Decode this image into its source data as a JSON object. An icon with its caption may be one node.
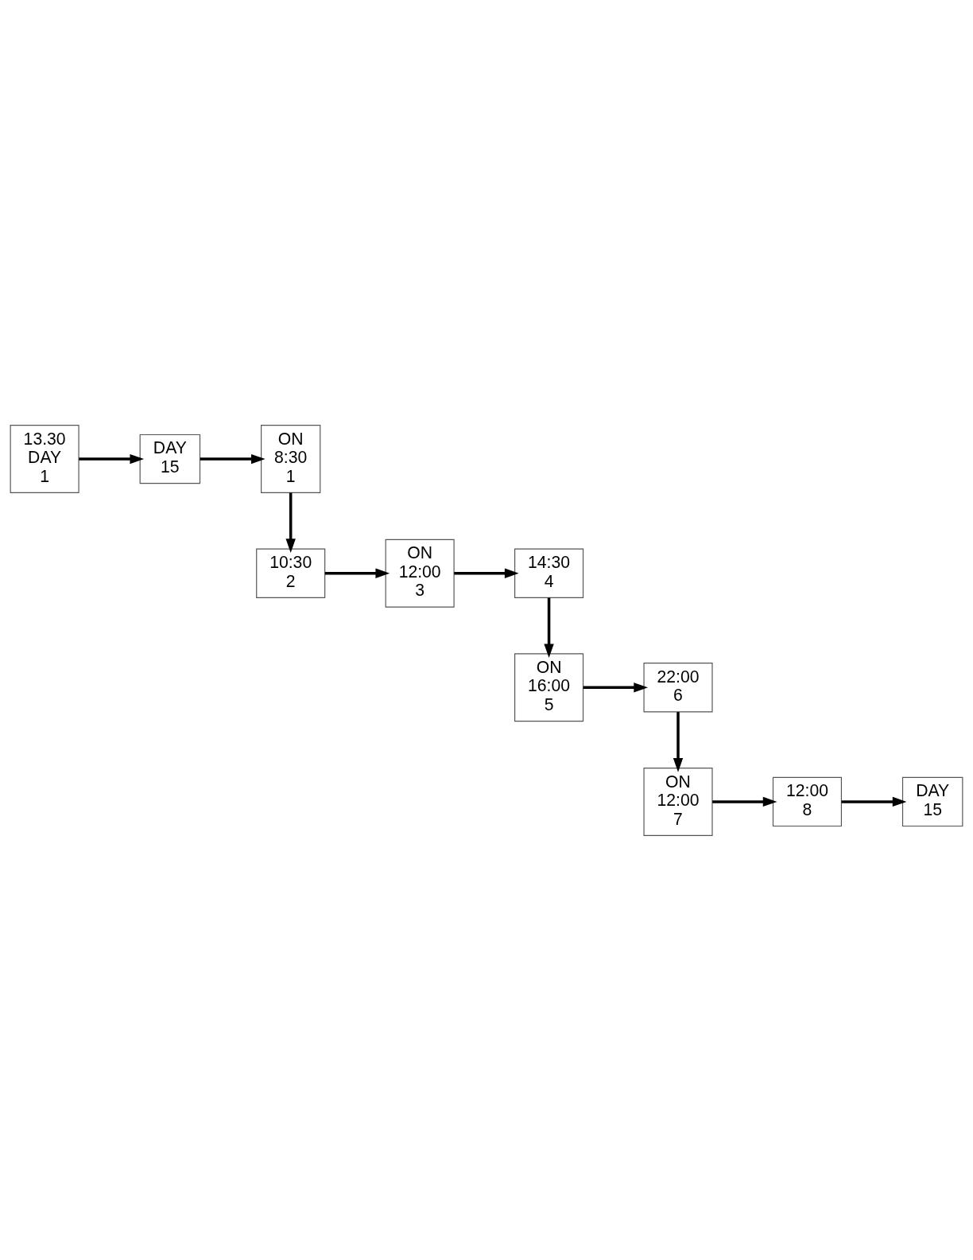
{
  "diagram": {
    "nodes": [
      {
        "text": [
          "13.30",
          "DAY",
          "1"
        ]
      },
      {
        "text": [
          "DAY",
          "15"
        ]
      },
      {
        "text": [
          "ON",
          "8:30",
          "1"
        ]
      },
      {
        "text": [
          "10:30",
          "2"
        ]
      },
      {
        "text": [
          "ON",
          "12:00",
          "3"
        ]
      },
      {
        "text": [
          "14:30",
          "4"
        ]
      },
      {
        "text": [
          "ON",
          "16:00",
          "5"
        ]
      },
      {
        "text": [
          "22:00",
          "6"
        ]
      },
      {
        "text": [
          "ON",
          "12:00",
          "7"
        ]
      },
      {
        "text": [
          "12:00",
          "8"
        ]
      },
      {
        "text": [
          "DAY",
          "15"
        ]
      }
    ],
    "edges": [
      {
        "from": 0,
        "to": 1,
        "arrow": "to"
      },
      {
        "from": 1,
        "to": 2,
        "arrow": "to"
      },
      {
        "from": 2,
        "to": 3,
        "arrow": "to"
      },
      {
        "from": 3,
        "to": 4,
        "arrow": "to"
      },
      {
        "from": 4,
        "to": 5,
        "arrow": "to"
      },
      {
        "from": 5,
        "to": 6,
        "arrow": "to"
      },
      {
        "from": 6,
        "to": 7,
        "arrow": "to"
      },
      {
        "from": 7,
        "to": 8,
        "arrow": "to"
      },
      {
        "from": 8,
        "to": 9,
        "arrow": "to"
      },
      {
        "from": 9,
        "to": 10,
        "arrow": "to"
      }
    ]
  }
}
